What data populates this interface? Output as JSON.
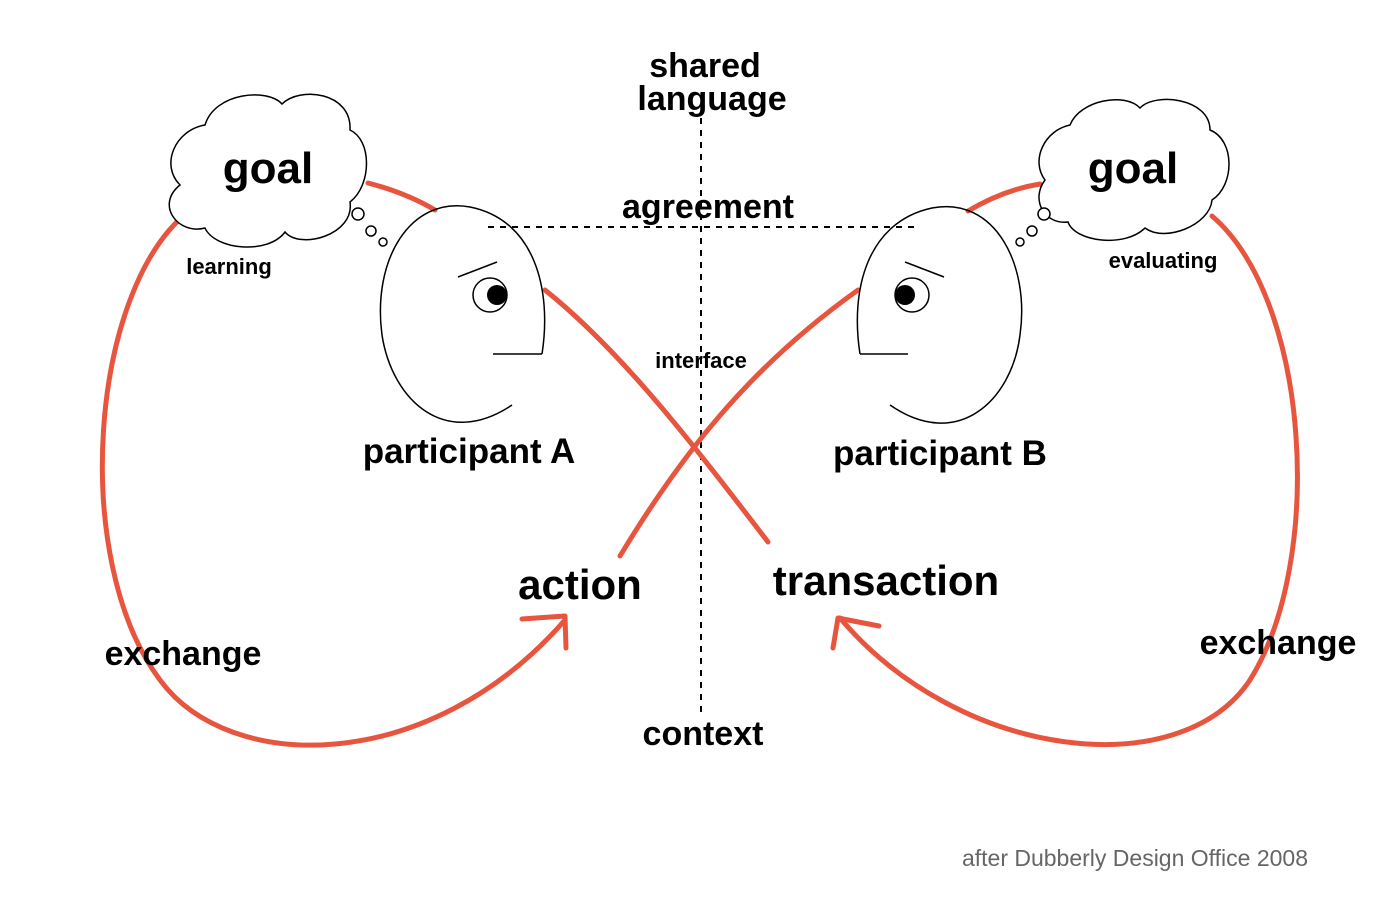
{
  "labels": {
    "shared_language_line1": "shared",
    "shared_language_line2": "language",
    "agreement": "agreement",
    "interface": "interface",
    "context": "context",
    "goal_a": "goal",
    "goal_b": "goal",
    "learning": "learning",
    "evaluating": "evaluating",
    "participant_a": "participant A",
    "participant_b": "participant B",
    "action": "action",
    "transaction": "transaction",
    "exchange_left": "exchange",
    "exchange_right": "exchange"
  },
  "credit": "after Dubberly Design Office 2008",
  "colors": {
    "loop": "#E8553F",
    "ink": "#000000",
    "credit": "#666666"
  }
}
